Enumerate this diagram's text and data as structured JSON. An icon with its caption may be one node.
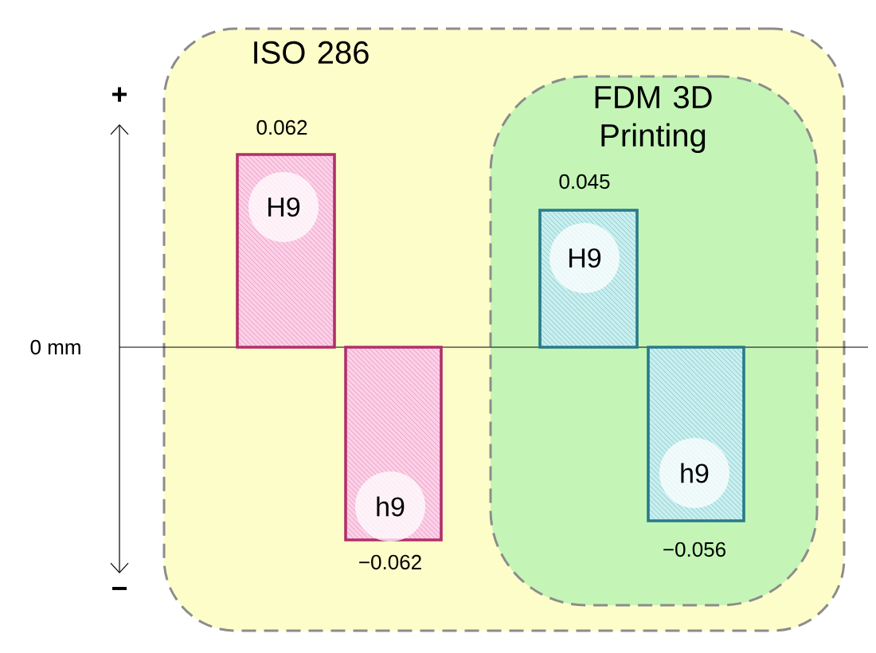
{
  "diagram": {
    "nodes": [
      {
        "text": [
          "ISO 286"
        ]
      },
      {
        "text": [
          "FDM 3D Printing"
        ],
        "in": 0
      },
      {
        "text": [
          "H9"
        ],
        "beside": [
          "0.062"
        ],
        "in": 0
      },
      {
        "text": [
          "h9"
        ],
        "beside": [
          "−0.062"
        ],
        "in": 0
      },
      {
        "text": [
          "H9"
        ],
        "beside": [
          "0.045"
        ],
        "in": 1
      },
      {
        "text": [
          "h9"
        ],
        "beside": [
          "−0.056"
        ],
        "in": 1
      }
    ],
    "labels": [
      "+",
      "0 mm",
      "−"
    ]
  }
}
